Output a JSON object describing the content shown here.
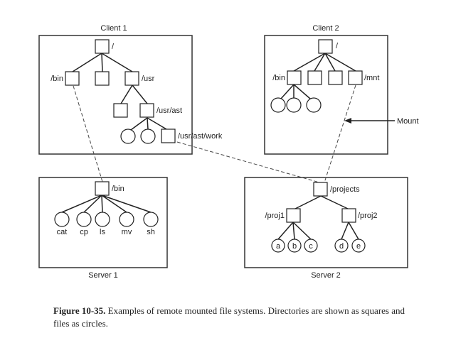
{
  "client1": {
    "title": "Client 1",
    "root": "/",
    "bin": "/bin",
    "usr": "/usr",
    "usr_ast": "/usr/ast",
    "usr_ast_work": "/usr/ast/work"
  },
  "client2": {
    "title": "Client 2",
    "root": "/",
    "bin": "/bin",
    "mnt": "/mnt",
    "mount_label": "Mount"
  },
  "server1": {
    "title": "Server 1",
    "bin": "/bin",
    "files": [
      "cat",
      "cp",
      "ls",
      "mv",
      "sh"
    ]
  },
  "server2": {
    "title": "Server 2",
    "projects": "/projects",
    "proj1": "/proj1",
    "proj2": "/proj2",
    "files": [
      "a",
      "b",
      "c",
      "d",
      "e"
    ]
  },
  "caption": {
    "label": "Figure 10-35.",
    "text": "Examples of remote mounted file systems. Directories are shown as squares and files as circles."
  }
}
